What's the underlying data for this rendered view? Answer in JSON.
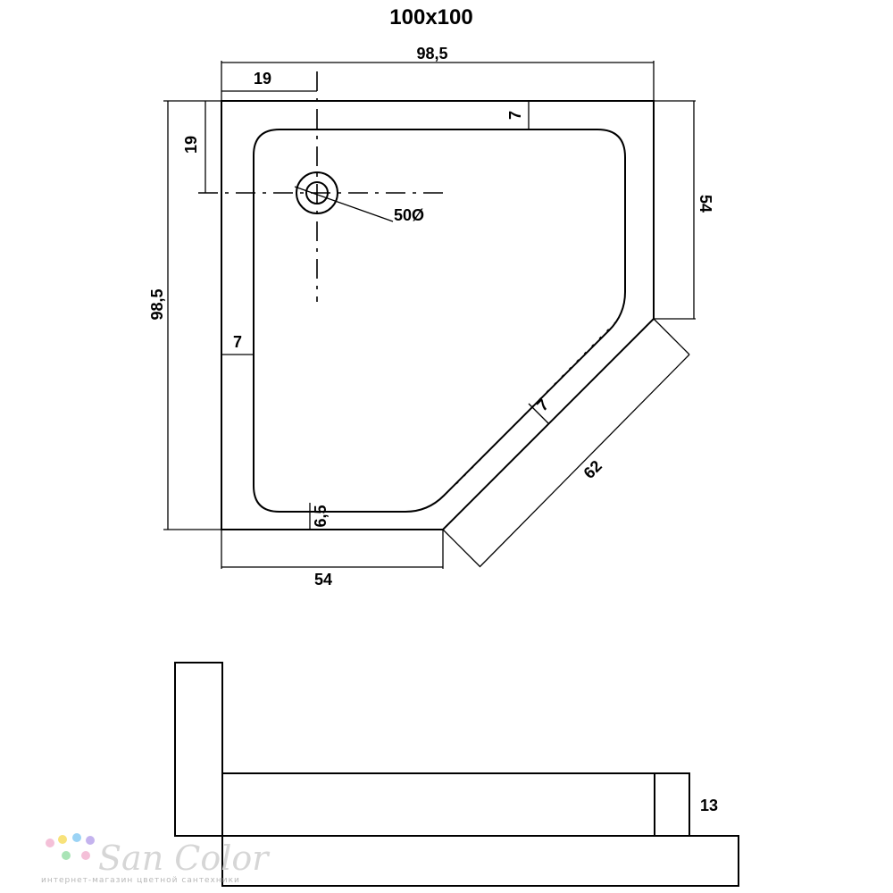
{
  "title": "100x100",
  "top_view": {
    "dims": {
      "overall_width": "98,5",
      "overall_height": "98,5",
      "drain_offset_x": "19",
      "drain_offset_y": "19",
      "rim_top": "7",
      "rim_left": "7",
      "rim_diagonal": "7",
      "rim_bottom": "6,5",
      "right_side": "54",
      "bottom_side": "54",
      "diagonal_side": "62",
      "drain_diameter": "50Ø"
    }
  },
  "section_view": {
    "dims": {
      "height": "13"
    }
  },
  "logo": {
    "name": "San Color",
    "tagline": "интернет-магазин цветной сантехники",
    "dot_colors": [
      "#f4c0d8",
      "#f8e27a",
      "#9bd3f5",
      "#c4b3ee",
      "#a9e4b6"
    ]
  }
}
